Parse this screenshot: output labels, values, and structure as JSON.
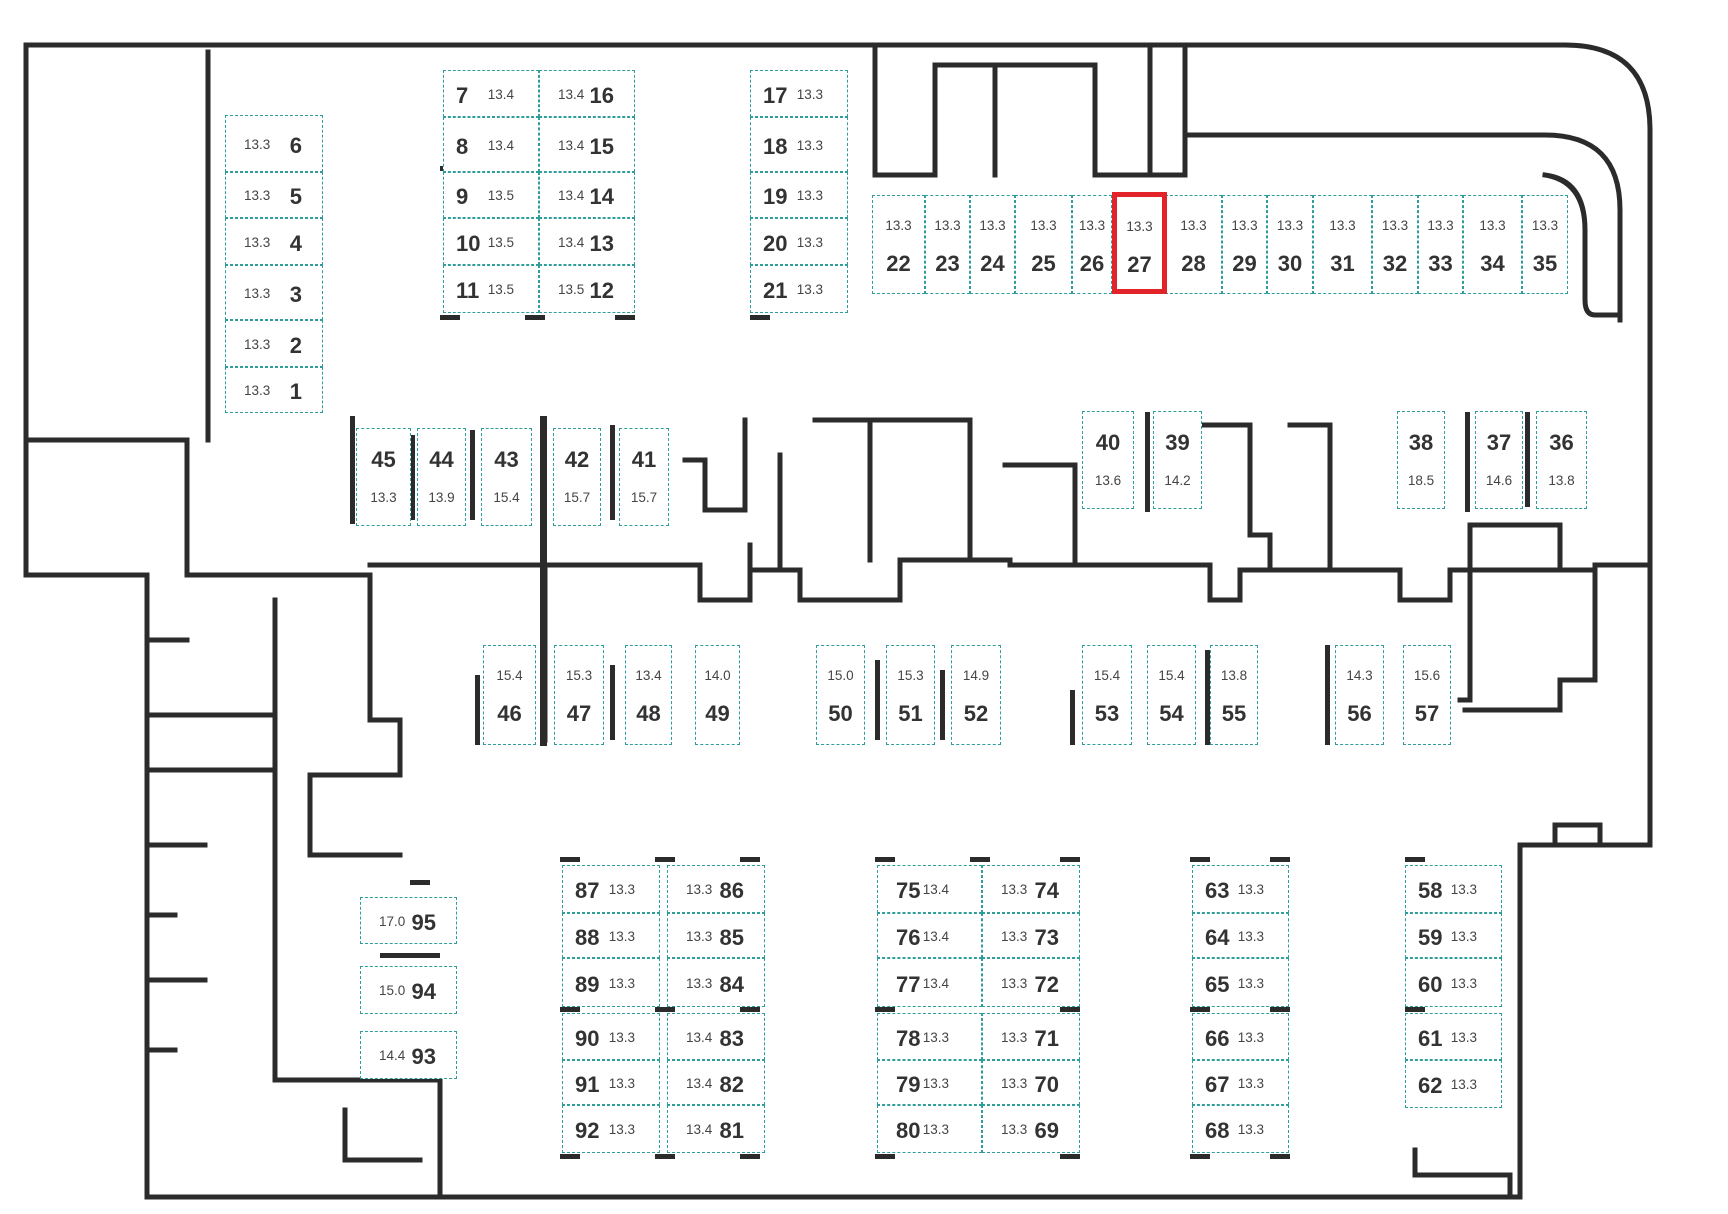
{
  "floor_plan": {
    "selected_spot": "27",
    "colors": {
      "walls": "#2b2b2b",
      "spot_border": "#2f9e9a",
      "selected_border": "#e3232a",
      "text": "#333333"
    },
    "spots": [
      {
        "id": "1",
        "area": "13.3"
      },
      {
        "id": "2",
        "area": "13.3"
      },
      {
        "id": "3",
        "area": "13.3"
      },
      {
        "id": "4",
        "area": "13.3"
      },
      {
        "id": "5",
        "area": "13.3"
      },
      {
        "id": "6",
        "area": "13.3"
      },
      {
        "id": "7",
        "area": "13.4"
      },
      {
        "id": "8",
        "area": "13.4"
      },
      {
        "id": "9",
        "area": "13.5"
      },
      {
        "id": "10",
        "area": "13.5"
      },
      {
        "id": "11",
        "area": "13.5"
      },
      {
        "id": "12",
        "area": "13.5"
      },
      {
        "id": "13",
        "area": "13.4"
      },
      {
        "id": "14",
        "area": "13.4"
      },
      {
        "id": "15",
        "area": "13.4"
      },
      {
        "id": "16",
        "area": "13.4"
      },
      {
        "id": "17",
        "area": "13.3"
      },
      {
        "id": "18",
        "area": "13.3"
      },
      {
        "id": "19",
        "area": "13.3"
      },
      {
        "id": "20",
        "area": "13.3"
      },
      {
        "id": "21",
        "area": "13.3"
      },
      {
        "id": "22",
        "area": "13.3"
      },
      {
        "id": "23",
        "area": "13.3"
      },
      {
        "id": "24",
        "area": "13.3"
      },
      {
        "id": "25",
        "area": "13.3"
      },
      {
        "id": "26",
        "area": "13.3"
      },
      {
        "id": "27",
        "area": "13.3"
      },
      {
        "id": "28",
        "area": "13.3"
      },
      {
        "id": "29",
        "area": "13.3"
      },
      {
        "id": "30",
        "area": "13.3"
      },
      {
        "id": "31",
        "area": "13.3"
      },
      {
        "id": "32",
        "area": "13.3"
      },
      {
        "id": "33",
        "area": "13.3"
      },
      {
        "id": "34",
        "area": "13.3"
      },
      {
        "id": "35",
        "area": "13.3"
      },
      {
        "id": "36",
        "area": "13.8"
      },
      {
        "id": "37",
        "area": "14.6"
      },
      {
        "id": "38",
        "area": "18.5"
      },
      {
        "id": "39",
        "area": "14.2"
      },
      {
        "id": "40",
        "area": "13.6"
      },
      {
        "id": "41",
        "area": "15.7"
      },
      {
        "id": "42",
        "area": "15.7"
      },
      {
        "id": "43",
        "area": "15.4"
      },
      {
        "id": "44",
        "area": "13.9"
      },
      {
        "id": "45",
        "area": "13.3"
      },
      {
        "id": "46",
        "area": "15.4"
      },
      {
        "id": "47",
        "area": "15.3"
      },
      {
        "id": "48",
        "area": "13.4"
      },
      {
        "id": "49",
        "area": "14.0"
      },
      {
        "id": "50",
        "area": "15.0"
      },
      {
        "id": "51",
        "area": "15.3"
      },
      {
        "id": "52",
        "area": "14.9"
      },
      {
        "id": "53",
        "area": "15.4"
      },
      {
        "id": "54",
        "area": "15.4"
      },
      {
        "id": "55",
        "area": "13.8"
      },
      {
        "id": "56",
        "area": "14.3"
      },
      {
        "id": "57",
        "area": "15.6"
      },
      {
        "id": "58",
        "area": "13.3"
      },
      {
        "id": "59",
        "area": "13.3"
      },
      {
        "id": "60",
        "area": "13.3"
      },
      {
        "id": "61",
        "area": "13.3"
      },
      {
        "id": "62",
        "area": "13.3"
      },
      {
        "id": "63",
        "area": "13.3"
      },
      {
        "id": "64",
        "area": "13.3"
      },
      {
        "id": "65",
        "area": "13.3"
      },
      {
        "id": "66",
        "area": "13.3"
      },
      {
        "id": "67",
        "area": "13.3"
      },
      {
        "id": "68",
        "area": "13.3"
      },
      {
        "id": "69",
        "area": "13.3"
      },
      {
        "id": "70",
        "area": "13.3"
      },
      {
        "id": "71",
        "area": "13.3"
      },
      {
        "id": "72",
        "area": "13.3"
      },
      {
        "id": "73",
        "area": "13.3"
      },
      {
        "id": "74",
        "area": "13.3"
      },
      {
        "id": "75",
        "area": "13.4"
      },
      {
        "id": "76",
        "area": "13.4"
      },
      {
        "id": "77",
        "area": "13.4"
      },
      {
        "id": "78",
        "area": "13.3"
      },
      {
        "id": "79",
        "area": "13.3"
      },
      {
        "id": "80",
        "area": "13.3"
      },
      {
        "id": "81",
        "area": "13.4"
      },
      {
        "id": "82",
        "area": "13.4"
      },
      {
        "id": "83",
        "area": "13.4"
      },
      {
        "id": "84",
        "area": "13.3"
      },
      {
        "id": "85",
        "area": "13.3"
      },
      {
        "id": "86",
        "area": "13.3"
      },
      {
        "id": "87",
        "area": "13.3"
      },
      {
        "id": "88",
        "area": "13.3"
      },
      {
        "id": "89",
        "area": "13.3"
      },
      {
        "id": "90",
        "area": "13.3"
      },
      {
        "id": "91",
        "area": "13.3"
      },
      {
        "id": "92",
        "area": "13.3"
      },
      {
        "id": "93",
        "area": "14.4"
      },
      {
        "id": "94",
        "area": "15.0"
      },
      {
        "id": "95",
        "area": "17.0"
      }
    ]
  }
}
